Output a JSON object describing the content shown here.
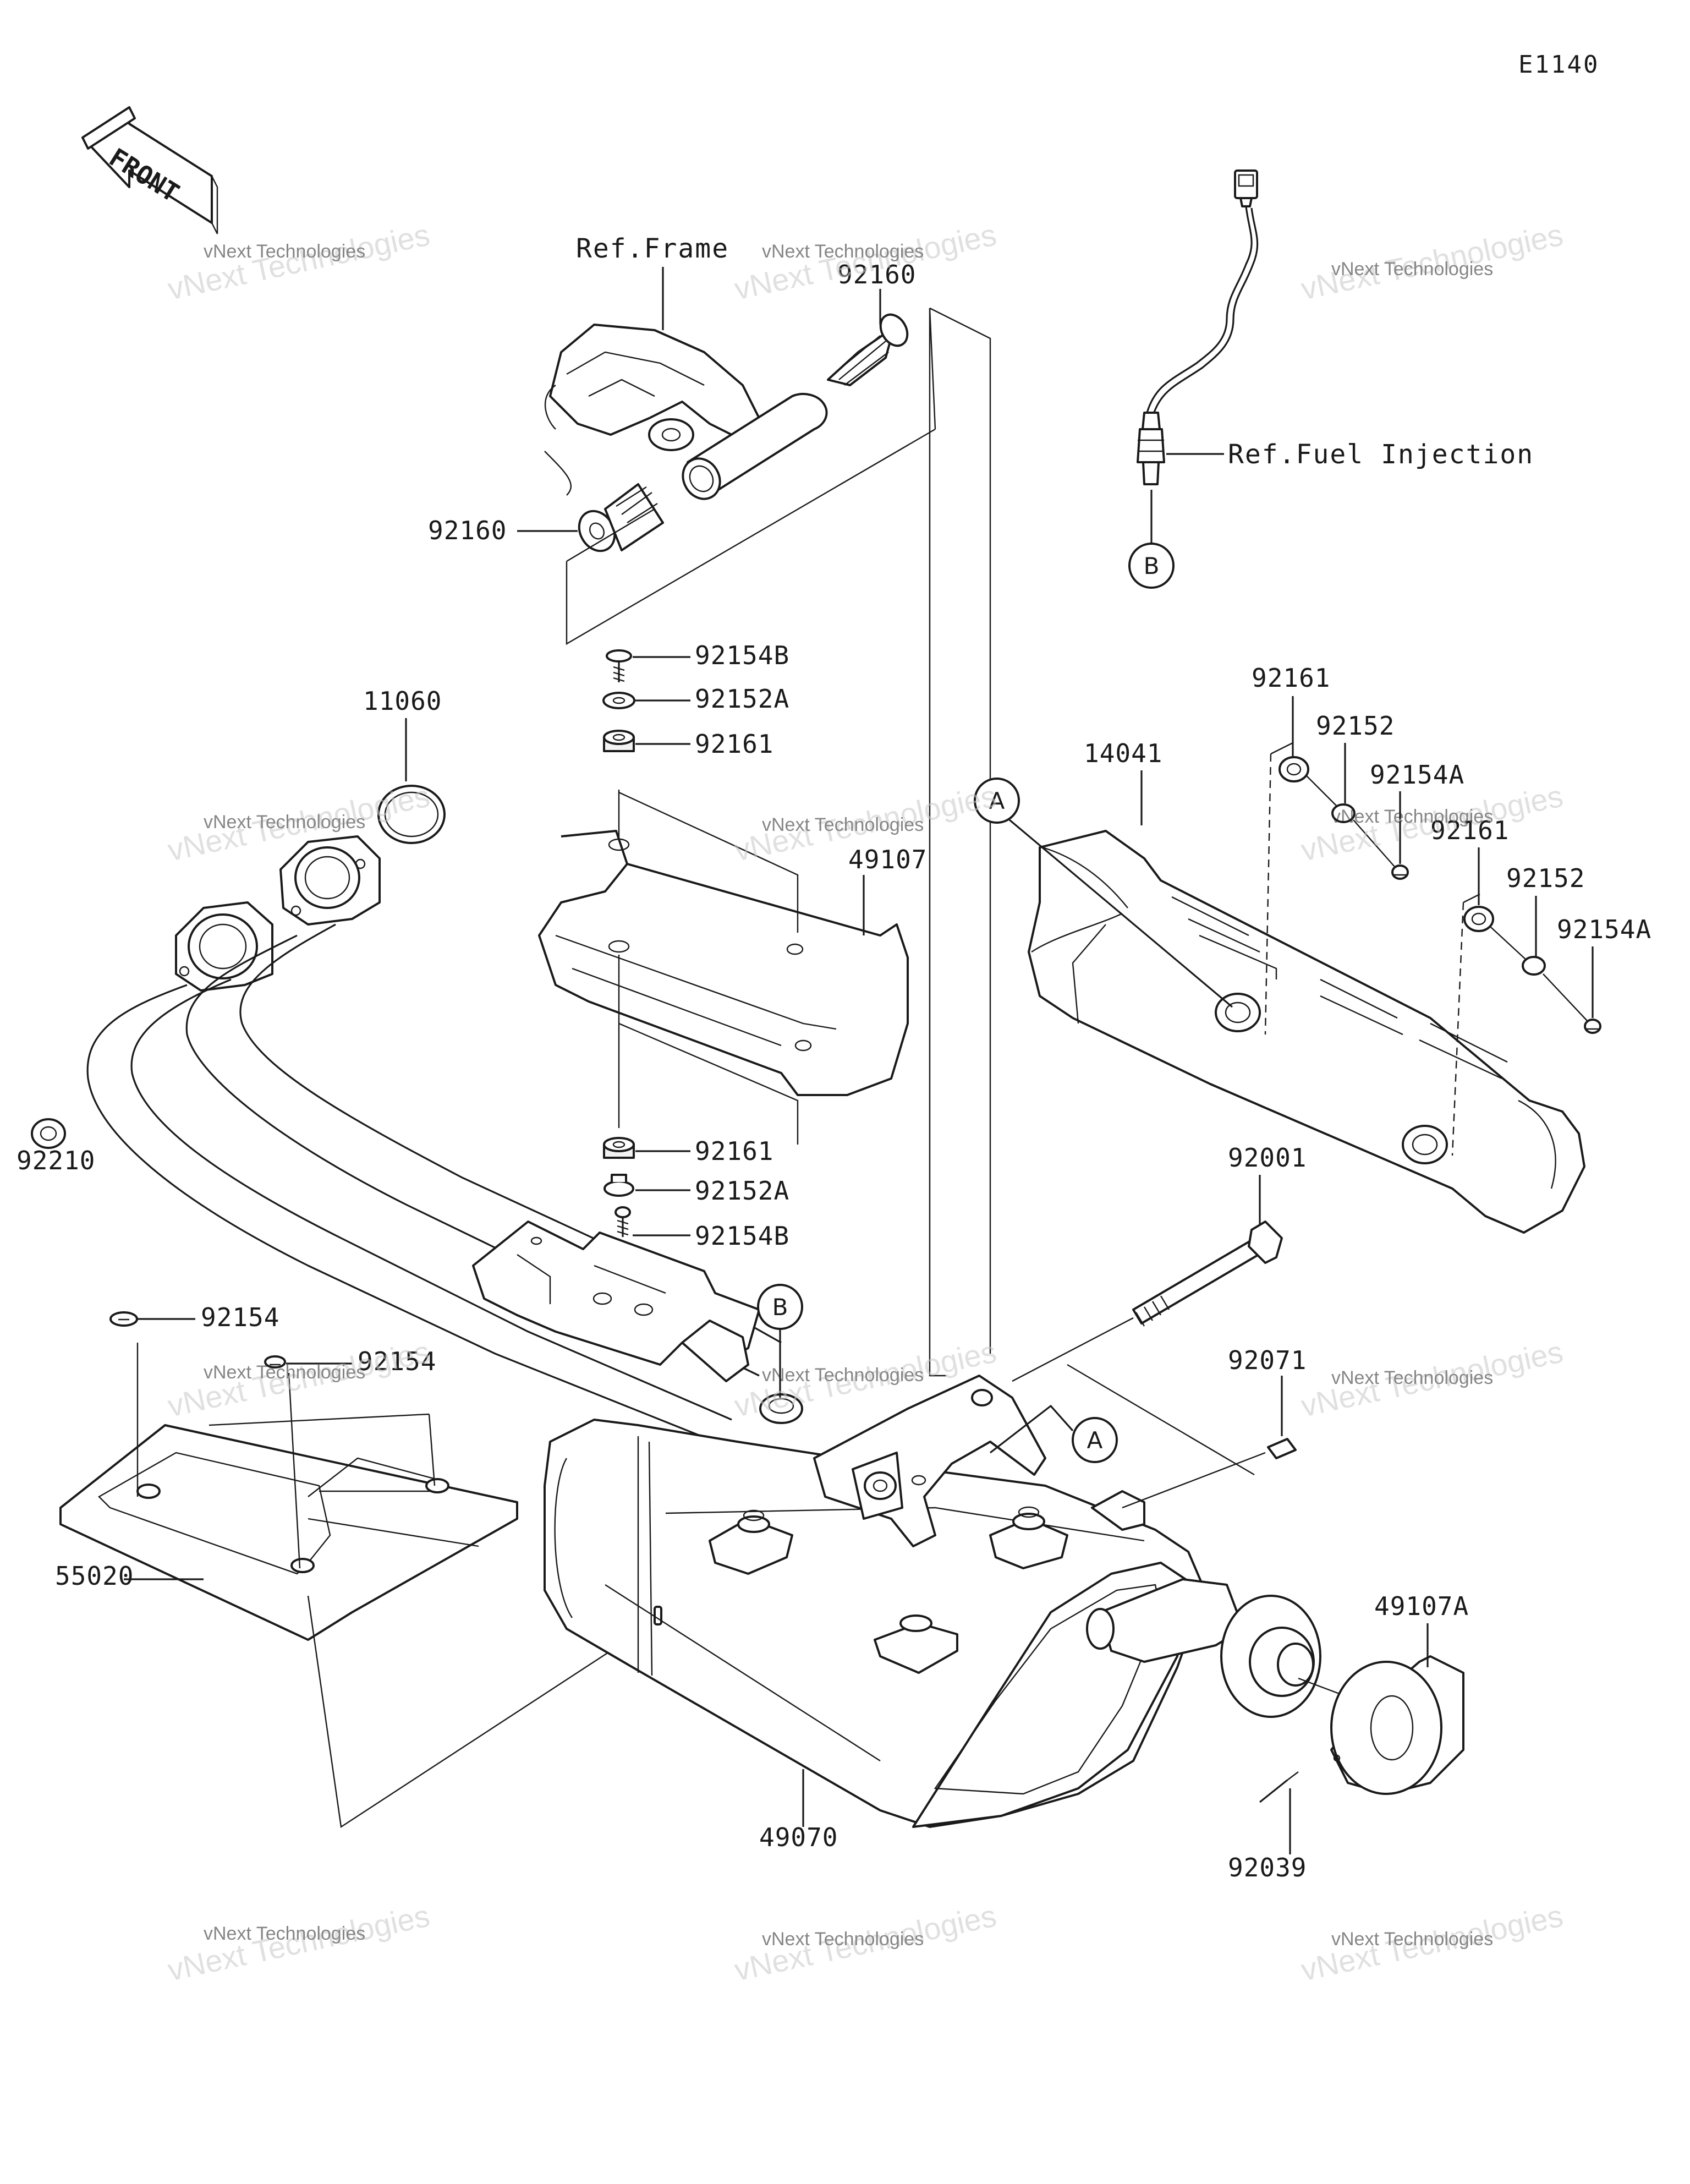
{
  "diagram_code": "E1140",
  "front_label": "FRONT",
  "ref_frame": "Ref.Frame",
  "ref_fuel_injection": "Ref.Fuel Injection",
  "circle_a": "A",
  "circle_b": "B",
  "parts": {
    "p92160_top": "92160",
    "p92160_left": "92160",
    "p92154B_top": "92154B",
    "p92152A_top": "92152A",
    "p92161_top": "92161",
    "p11060": "11060",
    "p49107": "49107",
    "p92161_mid": "92161",
    "p92152A_mid": "92152A",
    "p92154B_mid": "92154B",
    "p92210": "92210",
    "p92154_a": "92154",
    "p92154_b": "92154",
    "p55020": "55020",
    "p49070": "49070",
    "p14041": "14041",
    "p92161_r1": "92161",
    "p92152_r1": "92152",
    "p92154A_r1": "92154A",
    "p92161_r2": "92161",
    "p92152_r2": "92152",
    "p92154A_r2": "92154A",
    "p92001": "92001",
    "p92071": "92071",
    "p49107A": "49107A",
    "p92039": "92039"
  },
  "watermark": {
    "line1": "vNext Technologies",
    "line2": "vNext Technologies"
  }
}
